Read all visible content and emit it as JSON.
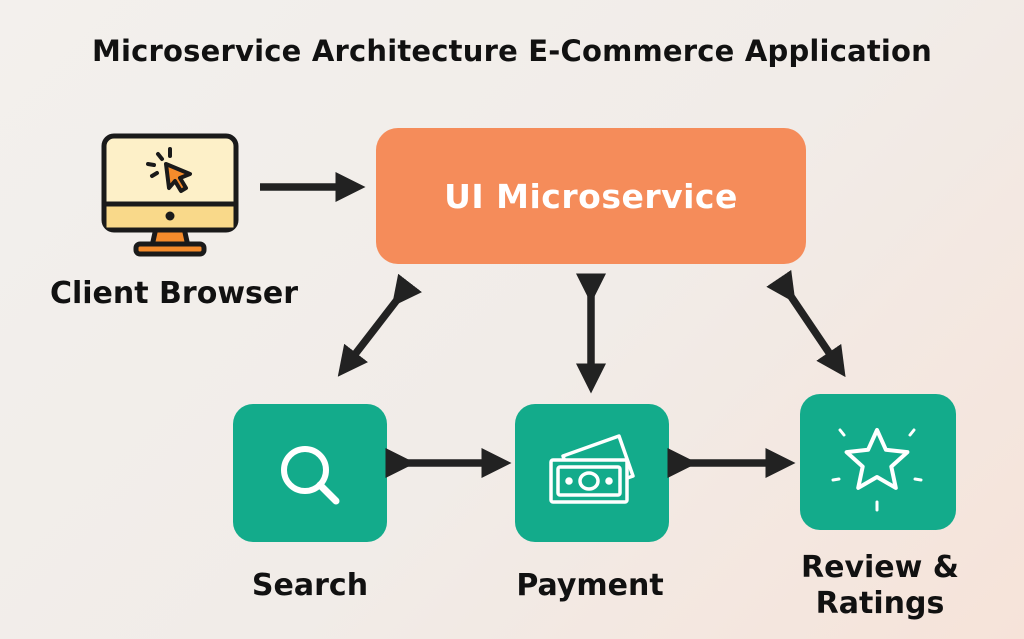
{
  "title": "Microservice Architecture E-Commerce Application",
  "client": {
    "label": "Client Browser",
    "icon": "computer-cursor-icon"
  },
  "ui_service": {
    "label": "UI Microservice",
    "color": "#f58c5a"
  },
  "services": [
    {
      "label": "Search",
      "icon": "search-icon"
    },
    {
      "label": "Payment",
      "icon": "money-icon"
    },
    {
      "label": "Review & Ratings",
      "icon": "star-icon"
    }
  ],
  "colors": {
    "service_box": "#13ab8b",
    "arrows": "#222222",
    "text": "#111111"
  }
}
